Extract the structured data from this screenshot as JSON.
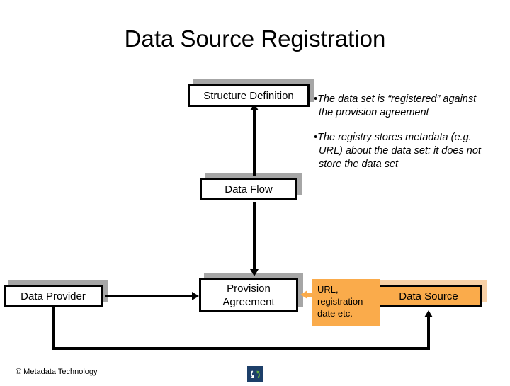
{
  "slide": {
    "title": "Data Source Registration"
  },
  "nodes": {
    "structure_definition": "Structure Definition",
    "data_flow": "Data Flow",
    "data_provider": "Data Provider",
    "provision_agreement_line1": "Provision",
    "provision_agreement_line2": "Agreement",
    "data_source": "Data Source"
  },
  "annotation": {
    "url_note_line1": "URL,",
    "url_note_line2": "registration",
    "url_note_line3": "date etc."
  },
  "bullets": [
    "•The data set is “registered” against the provision agreement",
    "•The registry stores metadata (e.g. URL) about the data set: it does not store the data set"
  ],
  "footer": {
    "copyright": "© Metadata Technology",
    "logo_name": "recycle-arrows-logo"
  },
  "colors": {
    "accent_orange": "#faab4b",
    "orange_shadow": "#f7d0a6",
    "gray_shadow": "#a6a6a6",
    "outline": "#000000",
    "logo_navy": "#1d3f69",
    "logo_green": "#63ab3f",
    "background": "#ffffff"
  }
}
